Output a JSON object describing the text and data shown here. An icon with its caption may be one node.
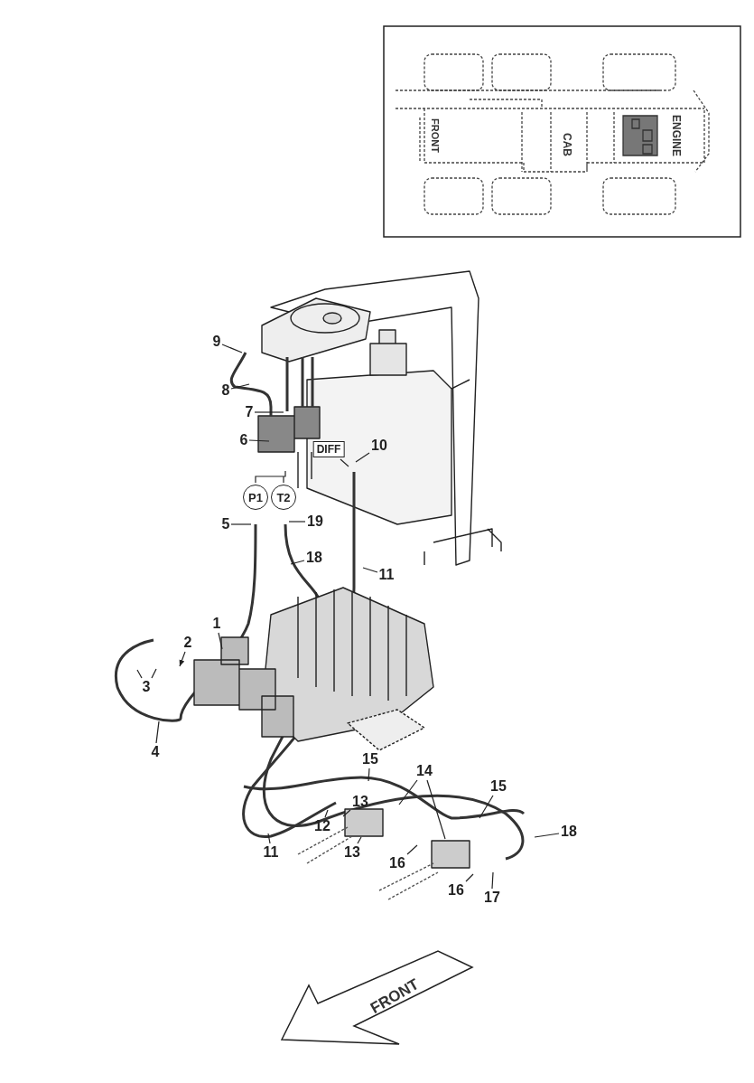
{
  "diagram": {
    "nodes": [
      {
        "text": [
          "9"
        ]
      },
      {
        "text": [
          "8"
        ]
      },
      {
        "text": [
          "7"
        ]
      },
      {
        "text": [
          "6"
        ]
      },
      {
        "text": [
          "DIFF"
        ]
      },
      {
        "text": [
          "10"
        ]
      },
      {
        "text": [
          "P1"
        ]
      },
      {
        "text": [
          "T2"
        ]
      },
      {
        "text": [
          "5"
        ]
      },
      {
        "text": [
          "19"
        ]
      },
      {
        "text": [
          "18"
        ]
      },
      {
        "text": [
          "11"
        ]
      },
      {
        "text": [
          "1"
        ]
      },
      {
        "text": [
          "2"
        ]
      },
      {
        "text": [
          "3"
        ]
      },
      {
        "text": [
          "4"
        ]
      },
      {
        "text": [
          "15"
        ]
      },
      {
        "text": [
          "14"
        ]
      },
      {
        "text": [
          "15"
        ]
      },
      {
        "text": [
          "13"
        ]
      },
      {
        "text": [
          "12"
        ]
      },
      {
        "text": [
          "18"
        ]
      },
      {
        "text": [
          "11"
        ]
      },
      {
        "text": [
          "13"
        ]
      },
      {
        "text": [
          "16"
        ]
      },
      {
        "text": [
          "16"
        ]
      },
      {
        "text": [
          "17"
        ]
      }
    ],
    "edges": [
      {
        "from": 0,
        "to": null,
        "arrow": "none"
      },
      {
        "from": 1,
        "to": null,
        "arrow": "none"
      },
      {
        "from": 2,
        "to": null,
        "arrow": "none"
      },
      {
        "from": 3,
        "to": null,
        "arrow": "none"
      },
      {
        "from": 4,
        "to": null,
        "arrow": "none"
      },
      {
        "from": 5,
        "to": null,
        "arrow": "none"
      },
      {
        "from": 6,
        "to": null,
        "arrow": "none"
      },
      {
        "from": 7,
        "to": null,
        "arrow": "none"
      },
      {
        "from": 8,
        "to": null,
        "arrow": "none"
      },
      {
        "from": 9,
        "to": null,
        "arrow": "none"
      },
      {
        "from": 10,
        "to": null,
        "arrow": "none"
      },
      {
        "from": 11,
        "to": null,
        "arrow": "none"
      },
      {
        "from": 12,
        "to": null,
        "arrow": "none"
      },
      {
        "from": 13,
        "to": null,
        "arrow": "to"
      },
      {
        "from": 14,
        "to": null,
        "arrow": "none"
      },
      {
        "from": 14,
        "to": null,
        "arrow": "none"
      },
      {
        "from": 15,
        "to": null,
        "arrow": "none"
      },
      {
        "from": 16,
        "to": null,
        "arrow": "none"
      },
      {
        "from": 17,
        "to": null,
        "arrow": "none"
      },
      {
        "from": 17,
        "to": null,
        "arrow": "none"
      },
      {
        "from": 18,
        "to": null,
        "arrow": "none"
      },
      {
        "from": 19,
        "to": null,
        "arrow": "none"
      },
      {
        "from": 20,
        "to": null,
        "arrow": "none"
      },
      {
        "from": 21,
        "to": null,
        "arrow": "none"
      },
      {
        "from": 22,
        "to": null,
        "arrow": "none"
      },
      {
        "from": 23,
        "to": null,
        "arrow": "none"
      },
      {
        "from": 24,
        "to": null,
        "arrow": "none"
      },
      {
        "from": 25,
        "to": null,
        "arrow": "none"
      },
      {
        "from": 26,
        "to": null,
        "arrow": "none"
      }
    ],
    "labels": [
      "FRONT",
      "CAB",
      "ENGINE",
      "FRONT"
    ]
  }
}
